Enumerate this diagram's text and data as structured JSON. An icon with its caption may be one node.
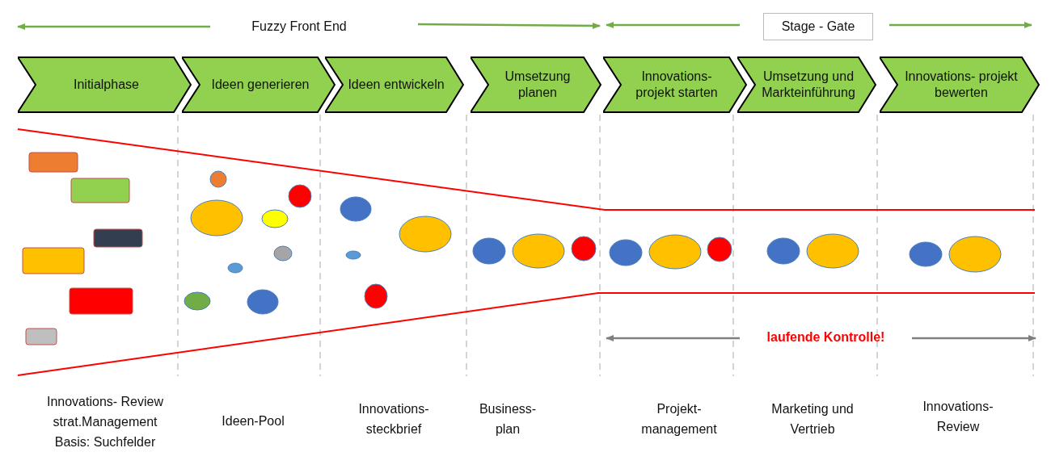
{
  "diagram": {
    "nodes": [
      {
        "text": [
          "Stage - Gate"
        ]
      },
      {
        "text": [
          "Initialphase"
        ]
      },
      {
        "text": [
          "Ideen generieren"
        ]
      },
      {
        "text": [
          "Ideen entwickeln"
        ]
      },
      {
        "text": [
          "Umsetzung planen"
        ]
      },
      {
        "text": [
          "Innovations- projekt starten"
        ]
      },
      {
        "text": [
          "Umsetzung und Markteinführung"
        ]
      },
      {
        "text": [
          "Innovations- projekt bewerten"
        ]
      }
    ],
    "edges": [],
    "labels": [
      "Fuzzy Front End",
      "laufende Kontrolle!",
      "Innovations- Review strat.Management Basis: Suchfelder",
      "Ideen-Pool",
      "Innovations- steckbrief",
      "Business- plan",
      "Projekt- management",
      "Marketing und Vertrieb",
      "Innovations- Review"
    ]
  }
}
